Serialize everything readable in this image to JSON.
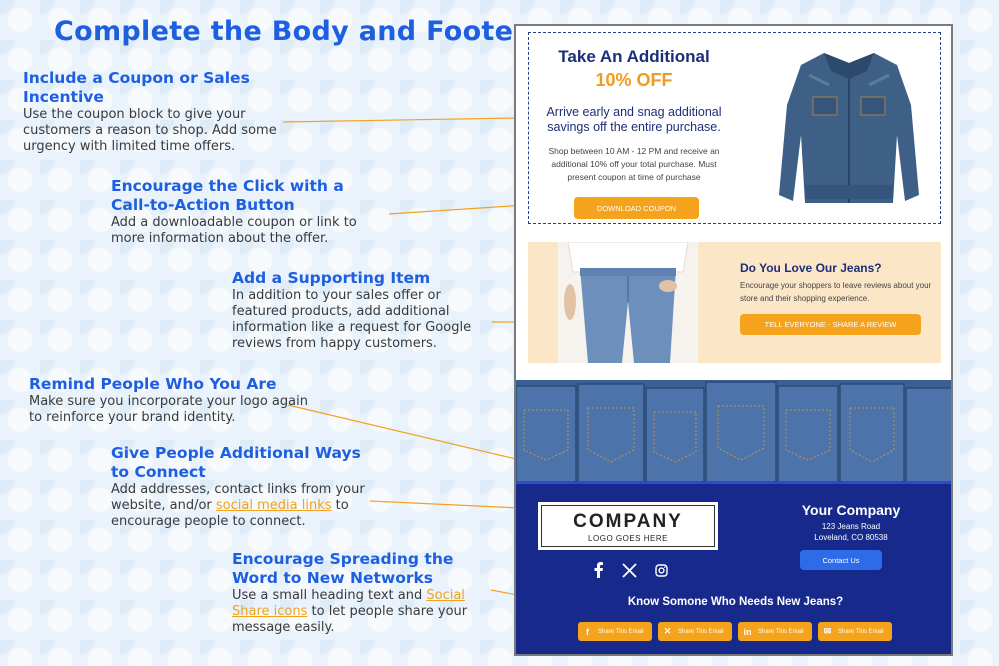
{
  "page": {
    "title": "Complete the Body and Footer"
  },
  "annotations": [
    {
      "heading": "Include a Coupon or Sales Incentive",
      "body": "Use the coupon block to give your customers a reason to shop. Add some urgency with limited time offers."
    },
    {
      "heading": "Encourage the Click with a Call-to-Action Button",
      "body": "Add a downloadable coupon or link to more information about the offer."
    },
    {
      "heading": "Add a Supporting Item",
      "body": "In addition to your sales offer or featured products, add additional information like a request for Google reviews from happy customers."
    },
    {
      "heading": "Remind People Who You Are",
      "body": "Make sure you incorporate your logo again to reinforce your brand identity."
    },
    {
      "heading": "Give People Additional Ways to Connect",
      "body_pre": "Add addresses, contact links from your website, and/or ",
      "link": "social media links",
      "body_post": " to encourage people to connect."
    },
    {
      "heading": "Encourage Spreading the Word to New Networks",
      "body_pre": "Use a small heading text and ",
      "link": "Social Share icons",
      "body_post": " to let people share your message easily."
    }
  ],
  "coupon": {
    "heading": "Take An Additional",
    "offer": "10% OFF",
    "lead": "Arrive early and snag additional savings off the entire purchase.",
    "details": "Shop between 10 AM - 12 PM and receive an additional 10% off your total purchase. Must present coupon at time of purchase",
    "button": "DOWNLOAD COUPON"
  },
  "review": {
    "heading": "Do You Love Our Jeans?",
    "body": "Encourage your shoppers to leave reviews about your store and their shopping experience.",
    "button": "TELL EVERYONE - SHARE A REVIEW"
  },
  "footer": {
    "logo_main": "COMPANY",
    "logo_sub": "LOGO GOES HERE",
    "company_name": "Your Company",
    "address_line1": "123 Jeans Road",
    "address_line2": "Loveland, CO 80538",
    "contact_button": "Contact Us",
    "share_heading": "Know Somone Who Needs New Jeans?",
    "share_buttons": [
      {
        "icon": "facebook-icon",
        "label": "Share This Email"
      },
      {
        "icon": "x-icon",
        "label": "Share This Email"
      },
      {
        "icon": "linkedin-icon",
        "label": "Share This Email"
      },
      {
        "icon": "email-icon",
        "label": "Share This Email"
      }
    ],
    "social_icons": [
      "facebook-icon",
      "x-icon",
      "instagram-icon"
    ]
  },
  "colors": {
    "heading_blue": "#1e5fe0",
    "accent_orange": "#f5a21d",
    "footer_navy": "#172a8c",
    "review_peach": "#fce6c8"
  }
}
